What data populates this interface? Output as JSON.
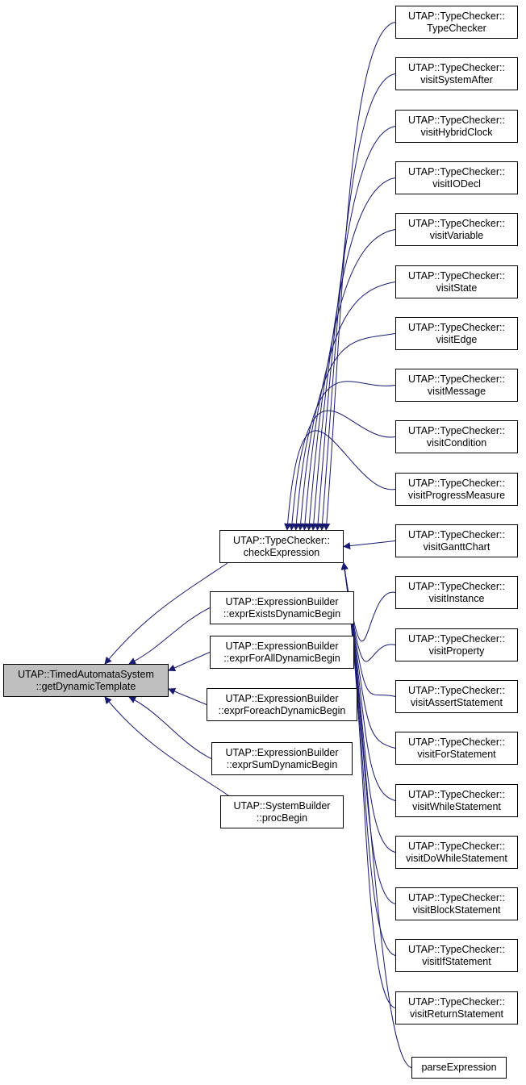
{
  "diagram": {
    "colors": {
      "edge": "#191970",
      "root_fill": "#bfbfbf",
      "node_fill": "#ffffff",
      "border": "#000000"
    },
    "root": {
      "id": "root",
      "lines": [
        "UTAP::TimedAutomataSystem",
        "::getDynamicTemplate"
      ]
    },
    "middle": [
      {
        "id": "check",
        "lines": [
          "UTAP::TypeChecker::",
          "checkExpression"
        ]
      },
      {
        "id": "exists",
        "lines": [
          "UTAP::ExpressionBuilder",
          "::exprExistsDynamicBegin"
        ]
      },
      {
        "id": "forall",
        "lines": [
          "UTAP::ExpressionBuilder",
          "::exprForAllDynamicBegin"
        ]
      },
      {
        "id": "foreach",
        "lines": [
          "UTAP::ExpressionBuilder",
          "::exprForeachDynamicBegin"
        ]
      },
      {
        "id": "sum",
        "lines": [
          "UTAP::ExpressionBuilder",
          "::exprSumDynamicBegin"
        ]
      },
      {
        "id": "proc",
        "lines": [
          "UTAP::SystemBuilder",
          "::procBegin"
        ]
      }
    ],
    "right": [
      {
        "id": "r0",
        "lines": [
          "UTAP::TypeChecker::",
          "TypeChecker"
        ]
      },
      {
        "id": "r1",
        "lines": [
          "UTAP::TypeChecker::",
          "visitSystemAfter"
        ]
      },
      {
        "id": "r2",
        "lines": [
          "UTAP::TypeChecker::",
          "visitHybridClock"
        ]
      },
      {
        "id": "r3",
        "lines": [
          "UTAP::TypeChecker::",
          "visitIODecl"
        ]
      },
      {
        "id": "r4",
        "lines": [
          "UTAP::TypeChecker::",
          "visitVariable"
        ]
      },
      {
        "id": "r5",
        "lines": [
          "UTAP::TypeChecker::",
          "visitState"
        ]
      },
      {
        "id": "r6",
        "lines": [
          "UTAP::TypeChecker::",
          "visitEdge"
        ]
      },
      {
        "id": "r7",
        "lines": [
          "UTAP::TypeChecker::",
          "visitMessage"
        ]
      },
      {
        "id": "r8",
        "lines": [
          "UTAP::TypeChecker::",
          "visitCondition"
        ]
      },
      {
        "id": "r9",
        "lines": [
          "UTAP::TypeChecker::",
          "visitProgressMeasure"
        ]
      },
      {
        "id": "r10",
        "lines": [
          "UTAP::TypeChecker::",
          "visitGanttChart"
        ]
      },
      {
        "id": "r11",
        "lines": [
          "UTAP::TypeChecker::",
          "visitInstance"
        ]
      },
      {
        "id": "r12",
        "lines": [
          "UTAP::TypeChecker::",
          "visitProperty"
        ]
      },
      {
        "id": "r13",
        "lines": [
          "UTAP::TypeChecker::",
          "visitAssertStatement"
        ]
      },
      {
        "id": "r14",
        "lines": [
          "UTAP::TypeChecker::",
          "visitForStatement"
        ]
      },
      {
        "id": "r15",
        "lines": [
          "UTAP::TypeChecker::",
          "visitWhileStatement"
        ]
      },
      {
        "id": "r16",
        "lines": [
          "UTAP::TypeChecker::",
          "visitDoWhileStatement"
        ]
      },
      {
        "id": "r17",
        "lines": [
          "UTAP::TypeChecker::",
          "visitBlockStatement"
        ]
      },
      {
        "id": "r18",
        "lines": [
          "UTAP::TypeChecker::",
          "visitIfStatement"
        ]
      },
      {
        "id": "r19",
        "lines": [
          "UTAP::TypeChecker::",
          "visitReturnStatement"
        ]
      },
      {
        "id": "r20",
        "lines": [
          "parseExpression"
        ]
      }
    ],
    "edges": [
      {
        "from": "check",
        "to": "root"
      },
      {
        "from": "exists",
        "to": "root"
      },
      {
        "from": "forall",
        "to": "root"
      },
      {
        "from": "foreach",
        "to": "root"
      },
      {
        "from": "sum",
        "to": "root"
      },
      {
        "from": "proc",
        "to": "root"
      },
      {
        "from": "r0",
        "to": "check"
      },
      {
        "from": "r1",
        "to": "check"
      },
      {
        "from": "r2",
        "to": "check"
      },
      {
        "from": "r3",
        "to": "check"
      },
      {
        "from": "r4",
        "to": "check"
      },
      {
        "from": "r5",
        "to": "check"
      },
      {
        "from": "r6",
        "to": "check"
      },
      {
        "from": "r7",
        "to": "check"
      },
      {
        "from": "r8",
        "to": "check"
      },
      {
        "from": "r9",
        "to": "check"
      },
      {
        "from": "r10",
        "to": "check"
      },
      {
        "from": "r11",
        "to": "check"
      },
      {
        "from": "r12",
        "to": "check"
      },
      {
        "from": "r13",
        "to": "check"
      },
      {
        "from": "r14",
        "to": "check"
      },
      {
        "from": "r15",
        "to": "check"
      },
      {
        "from": "r16",
        "to": "check"
      },
      {
        "from": "r17",
        "to": "check"
      },
      {
        "from": "r18",
        "to": "check"
      },
      {
        "from": "r19",
        "to": "check"
      },
      {
        "from": "r20",
        "to": "check"
      }
    ]
  }
}
